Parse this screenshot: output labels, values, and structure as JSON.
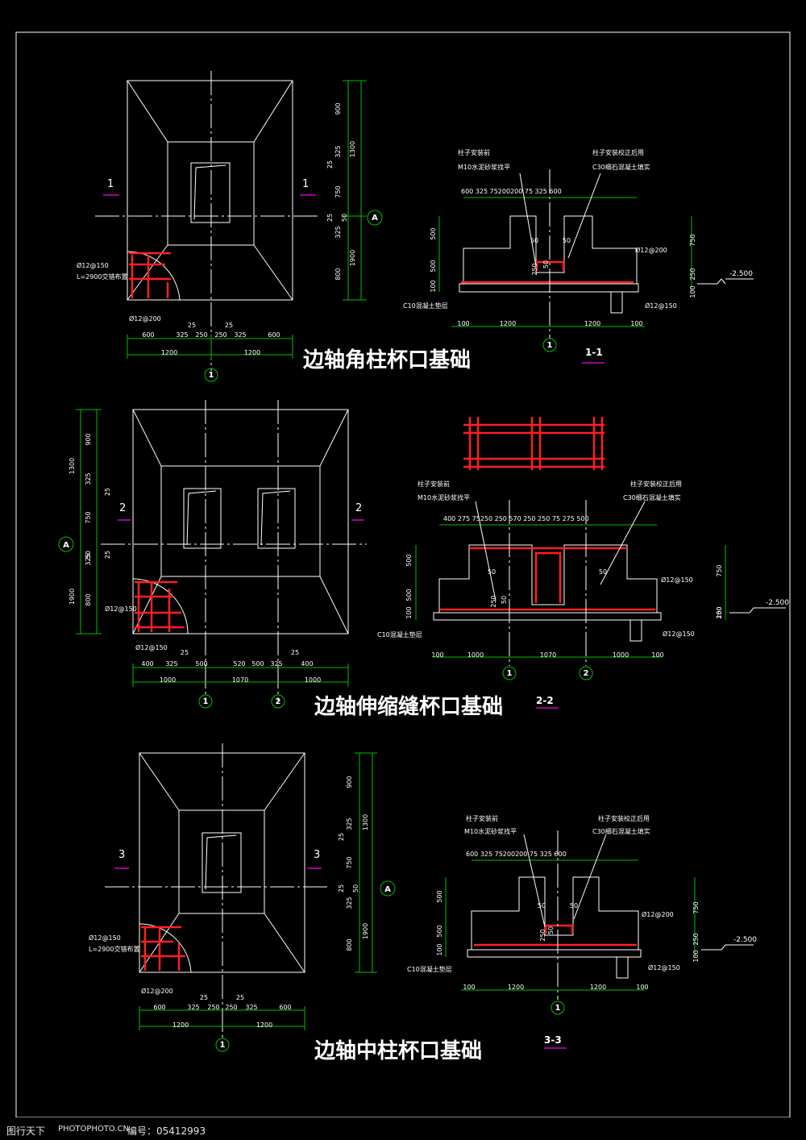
{
  "drawings": [
    {
      "title": "边轴角柱杯口基础",
      "section_mark": "1",
      "section_label": "1-1",
      "axis_a": "A",
      "axis_1": "1",
      "plan": {
        "rebar_note_1": "Ø12@150",
        "rebar_note_2": "L=2900交错布置",
        "rebar_note_3": "Ø12@200",
        "dims_top_row": [
          "600",
          "325",
          "250",
          "250",
          "325",
          "600"
        ],
        "dims_top_25a": "25",
        "dims_top_25b": "25",
        "dims_bottom_row": [
          "1200",
          "1200"
        ],
        "dims_side": [
          "900",
          "325",
          "25",
          "750",
          "25",
          "325",
          "50",
          "800",
          "1300",
          "1900"
        ]
      },
      "section": {
        "note_left_1": "柱子安装前",
        "note_left_2": "M10水泥砂浆找平",
        "note_right_1": "柱子安装校正后用",
        "note_right_2": "C30细石混凝土填实",
        "top_dims": "600   325 75200200 75 325     600",
        "left_dims": [
          "500",
          "500",
          "100"
        ],
        "right_dims": [
          "750",
          "250",
          "100"
        ],
        "elev": "-2.500",
        "rebar_1": "Ø12@200",
        "rebar_2": "Ø12@150",
        "mid_dims": [
          "50",
          "50",
          "250",
          "50"
        ],
        "cushion": "C10混凝土垫层",
        "bottom_dims": [
          "100",
          "1200",
          "1200",
          "100"
        ]
      }
    },
    {
      "title": "边轴伸缩缝杯口基础",
      "section_mark": "2",
      "section_label": "2-2",
      "axis_a": "A",
      "axis_1": "1",
      "axis_2": "2",
      "plan": {
        "rebar_note_1": "Ø12@150",
        "rebar_note_3": "Ø12@150",
        "dims_top_row": [
          "400",
          "325",
          "500",
          "520",
          "500",
          "325",
          "400"
        ],
        "dims_top_25a": "25",
        "dims_top_25b": "25",
        "dims_bottom_row": [
          "1000",
          "1070",
          "1000"
        ],
        "dims_side": [
          "900",
          "325",
          "25",
          "750",
          "25",
          "325",
          "50",
          "800",
          "1300",
          "1900"
        ]
      },
      "section": {
        "note_left_1": "柱子安装前",
        "note_left_2": "M10水泥砂浆找平",
        "note_right_1": "柱子安装校正后用",
        "note_right_2": "C30细石混凝土填实",
        "top_dims": "400   275 75250  250   570    250 250 75 275    500",
        "left_dims": [
          "500",
          "500",
          "100"
        ],
        "right_dims": [
          "750",
          "100",
          "250"
        ],
        "elev": "-2.500",
        "rebar_1": "Ø12@150",
        "rebar_2": "Ø12@150",
        "mid_dims": [
          "50",
          "50",
          "250",
          "50"
        ],
        "cushion": "C10混凝土垫层",
        "bottom_dims": [
          "100",
          "1000",
          "1070",
          "1000",
          "100"
        ]
      }
    },
    {
      "title": "边轴中柱杯口基础",
      "section_mark": "3",
      "section_label": "3-3",
      "axis_a": "A",
      "axis_1": "1",
      "plan": {
        "rebar_note_1": "Ø12@150",
        "rebar_note_2": "L=2900交错布置",
        "rebar_note_3": "Ø12@200",
        "dims_top_row": [
          "600",
          "325",
          "250",
          "250",
          "325",
          "600"
        ],
        "dims_top_25a": "25",
        "dims_top_25b": "25",
        "dims_bottom_row": [
          "1200",
          "1200"
        ],
        "dims_side": [
          "900",
          "325",
          "25",
          "750",
          "25",
          "325",
          "50",
          "800",
          "1300",
          "1900"
        ]
      },
      "section": {
        "note_left_1": "柱子安装前",
        "note_left_2": "M10水泥砂浆找平",
        "note_right_1": "柱子安装校正后用",
        "note_right_2": "C30细石混凝土填实",
        "top_dims": "600    325 75200200 75 325     600",
        "left_dims": [
          "500",
          "500",
          "100"
        ],
        "right_dims": [
          "750",
          "250",
          "100"
        ],
        "elev": "-2.500",
        "rebar_1": "Ø12@200",
        "rebar_2": "Ø12@150",
        "mid_dims": [
          "50",
          "50",
          "250",
          "50"
        ],
        "cushion": "C10混凝土垫层",
        "bottom_dims": [
          "100",
          "1200",
          "1200",
          "100"
        ]
      }
    }
  ],
  "footer": {
    "site": "图行天下",
    "site_url": "PHOTOPHOTO.CN",
    "id_label": "编号：05412993"
  }
}
